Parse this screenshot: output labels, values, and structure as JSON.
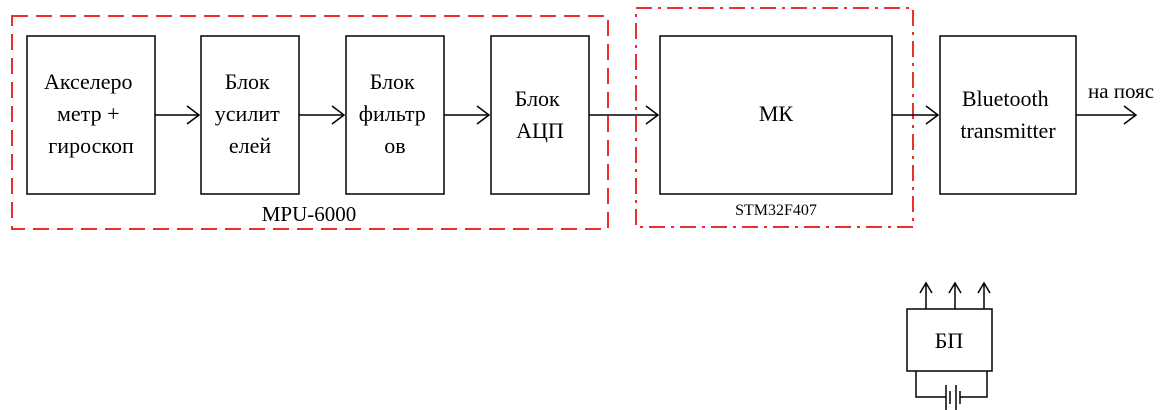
{
  "diagram": {
    "blocks": {
      "accel": [
        "Акселеро",
        "метр +",
        "гироскоп"
      ],
      "amp": [
        "Блок",
        "усилит",
        "елей"
      ],
      "filter": [
        "Блок",
        "фильтр",
        "ов"
      ],
      "adc": [
        "Блок",
        "АЦП"
      ],
      "mk": [
        "МК"
      ],
      "bt": [
        "Bluetooth",
        "transmitter"
      ],
      "psu": [
        "БП"
      ]
    },
    "labels": {
      "mpu": "MPU-6000",
      "stm": "STM32F407",
      "output": "на пояс"
    },
    "colors": {
      "line": "#000000",
      "group_border": "#e8312f"
    }
  }
}
